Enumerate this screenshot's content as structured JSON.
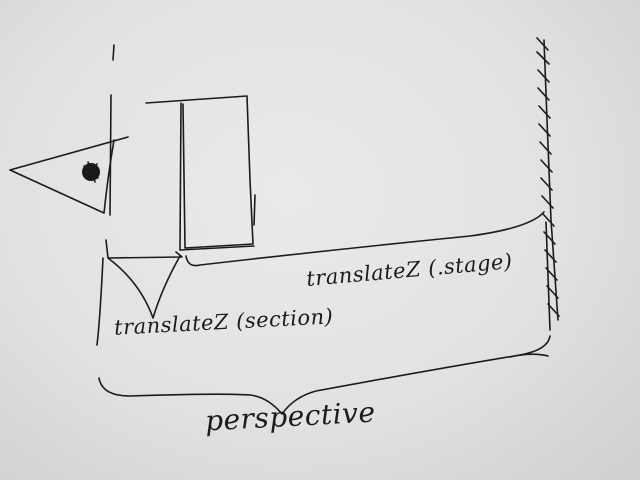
{
  "labels": {
    "translate_stage": "translateZ (.stage)",
    "translate_section": "translateZ (section)",
    "perspective": "perspective"
  },
  "colors": {
    "ink": "#1b1b1b",
    "paper": "#e4e4e2"
  }
}
